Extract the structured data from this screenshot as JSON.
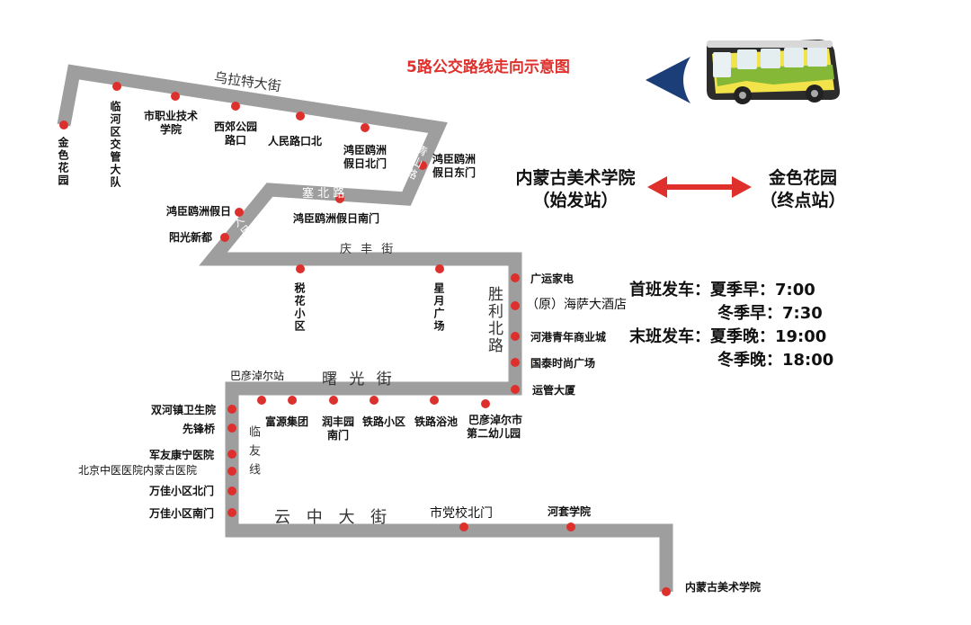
{
  "title": "5路公交路线走向示意图",
  "colors": {
    "route": "#9e9e9e",
    "stop": "#dd2f2c",
    "title": "#e0302c",
    "arrow_red": "#e0302c",
    "arrow_navy": "#1c3e78"
  },
  "streets": {
    "wulate": "乌拉特大街",
    "saibei": "塞 北 路",
    "qingshan": "青山路",
    "renmin": "人民路",
    "qingfeng": "庆 丰 街",
    "shengli": "胜利北路",
    "shuguang": "曙 光 街",
    "linyou": "临友线",
    "yunzhong": "云 中 大 街"
  },
  "stops": {
    "jinse": "金色花园",
    "linhe": "临河区交管大队",
    "zhiye": "市职业技术学院",
    "xijiao": "西郊公园路口",
    "renminbei": "人民路口北",
    "hongchen_bei": "鸿臣鸥洲假日北门",
    "hongchen_dong": "鸿臣鸥洲假日东门",
    "hongchen_nan": "鸿臣鸥洲假日南门",
    "hongchen": "鸿臣鸥洲假日",
    "yangguang": "阳光新都",
    "shuihua": "税花小区",
    "xingyue": "星月广场",
    "guangyun": "广运家电",
    "haisa": "（原）海萨大酒店",
    "hegang": "河港青年商业城",
    "guotai": "国泰时尚广场",
    "yunguan": "运管大厦",
    "bayan_station": "巴彦淖尔站",
    "fuyuan": "富源集团",
    "runfeng": "润丰园南门",
    "tielu_xq": "铁路小区",
    "tielu_yc": "铁路浴池",
    "youer_1": "巴彦淖尔市",
    "youer_2": "第二幼儿园",
    "shuanghe": "双河镇卫生院",
    "xianfeng": "先锋桥",
    "junyou": "军友康宁医院",
    "zhongyi": "北京中医医院内蒙古医院",
    "wanjia_bei": "万佳小区北门",
    "wanjia_nan": "万佳小区南门",
    "dangxiao": "市党校北门",
    "hetao": "河套学院",
    "meishu": "内蒙古美术学院"
  },
  "terminals": {
    "start_name": "内蒙古美术学院",
    "start_tag": "（始发站）",
    "end_name": "金色花园",
    "end_tag": "（终点站）"
  },
  "schedule": {
    "first_label": "首班发车：",
    "first_summer": "夏季早：7:00",
    "first_winter": "冬季早：7:30",
    "last_label": "末班发车：",
    "last_summer": "夏季晚：19:00",
    "last_winter": "冬季晚：18:00"
  }
}
